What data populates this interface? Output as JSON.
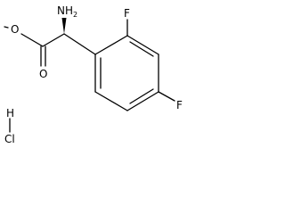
{
  "structure": {
    "atoms": {
      "amine": "NH2",
      "amine_main": "NH",
      "amine_subscript": "2",
      "ester_oxygen": "O",
      "carbonyl_oxygen": "O",
      "fluorine_ortho": "F",
      "fluorine_para": "F",
      "hydrogen": "H",
      "chlorine": "Cl"
    }
  }
}
